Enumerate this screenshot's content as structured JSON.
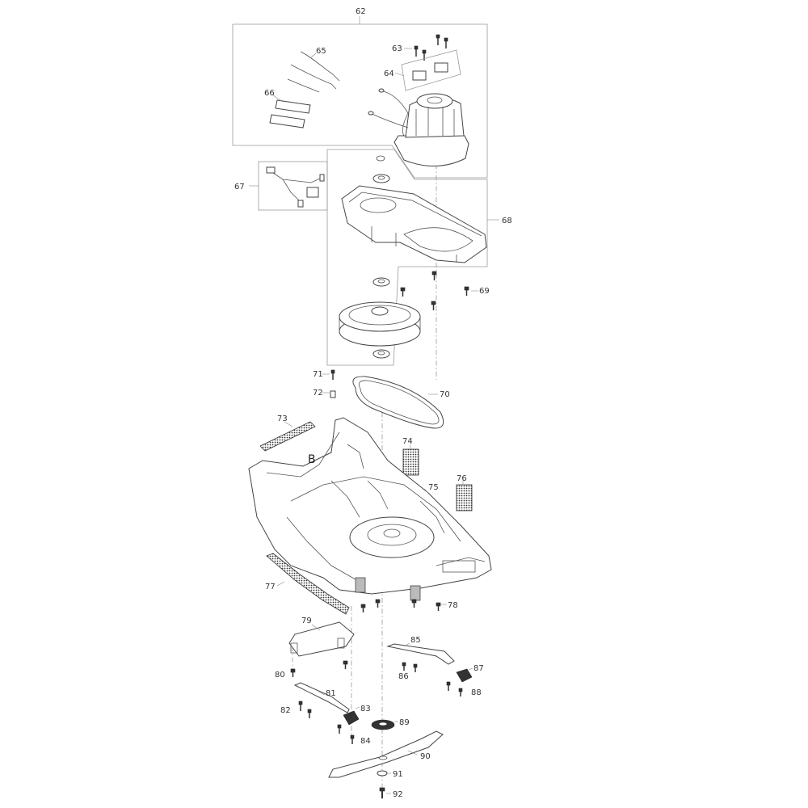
{
  "callouts": {
    "c62": "62",
    "c63": "63",
    "c64": "64",
    "c65": "65",
    "c66": "66",
    "c67": "67",
    "c68": "68",
    "c69": "69",
    "c70": "70",
    "c71": "71",
    "c72": "72",
    "c73": "73",
    "c74": "74",
    "c75": "75",
    "c76": "76",
    "c77": "77",
    "c78": "78",
    "c79": "79",
    "c80": "80",
    "c81": "81",
    "c82": "82",
    "c83": "83",
    "c84": "84",
    "c85": "85",
    "c86": "86",
    "c87": "87",
    "c88": "88",
    "c89": "89",
    "c90": "90",
    "c91": "91",
    "c92": "92"
  },
  "view_marker": "B"
}
